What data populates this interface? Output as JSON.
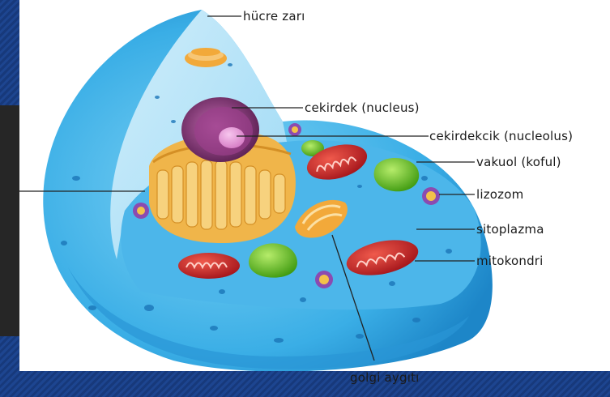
{
  "labels": {
    "cell_membrane": "hücre zarı",
    "nucleus": "cekirdek (nucleus)",
    "nucleolus": "cekirdekcik (nucleolus)",
    "vacuole": "vakuol (koful)",
    "lysosome": "lizozom",
    "cytoplasm": "sitoplazma",
    "mitochondria": "mitokondri",
    "golgi": "golgi aygıtı"
  },
  "colors": {
    "background": "#1a3f86",
    "cell_blue": "#3aaee6",
    "cell_light": "#bfe7fa",
    "mitochondria": "#d92a2a",
    "vacuole": "#6cc81f",
    "nucleus": "#7a2c6e",
    "golgi": "#f2a93a",
    "er": "#f5c868"
  }
}
